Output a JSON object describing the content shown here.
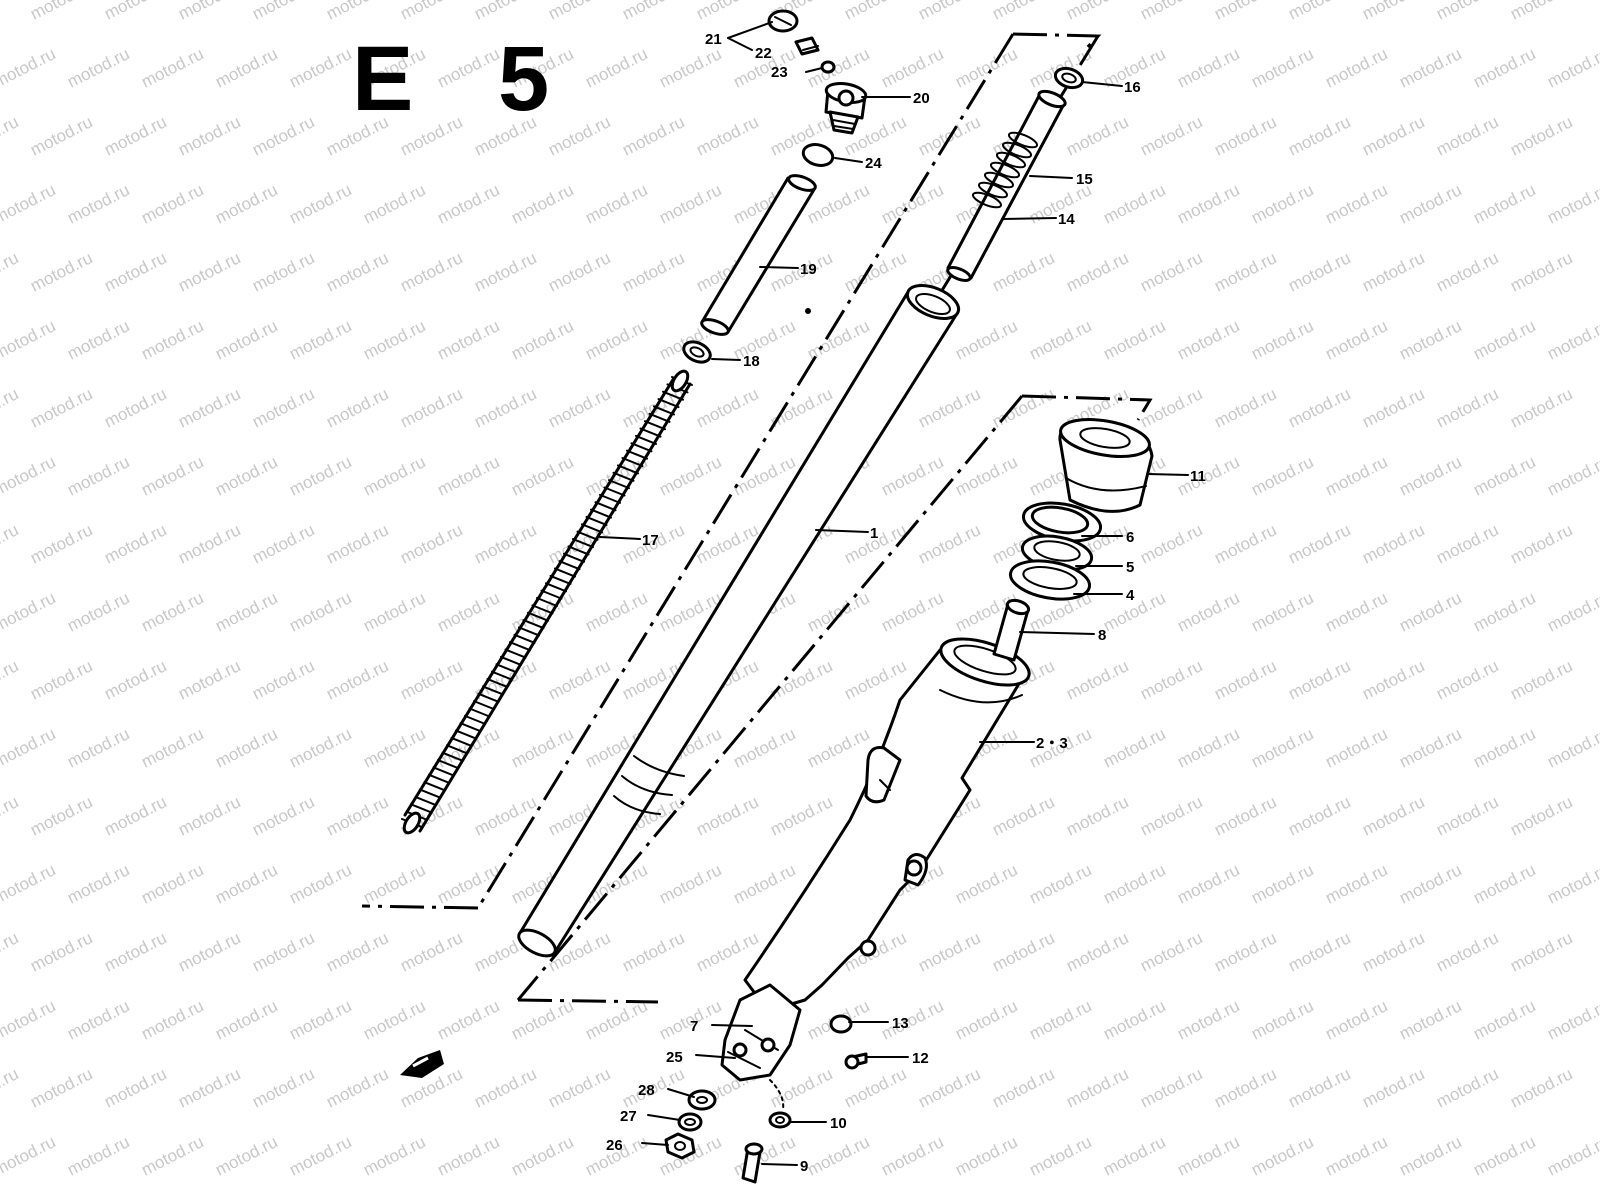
{
  "title_parts": [
    "E",
    "5"
  ],
  "watermark": "motod.ru",
  "callouts": {
    "c1": "1",
    "c2_3": "2・3",
    "c4": "4",
    "c5": "5",
    "c6": "6",
    "c7": "7",
    "c8": "8",
    "c9": "9",
    "c10": "10",
    "c11": "11",
    "c12": "12",
    "c13": "13",
    "c14": "14",
    "c15": "15",
    "c16": "16",
    "c17": "17",
    "c18": "18",
    "c19": "19",
    "c20": "20",
    "c21": "21",
    "c22": "22",
    "c23": "23",
    "c24": "24",
    "c25": "25",
    "c26": "26",
    "c27": "27",
    "c28": "28"
  },
  "colors": {
    "ink": "#000000",
    "watermark": "#c8c8c8",
    "background": "#ffffff"
  }
}
